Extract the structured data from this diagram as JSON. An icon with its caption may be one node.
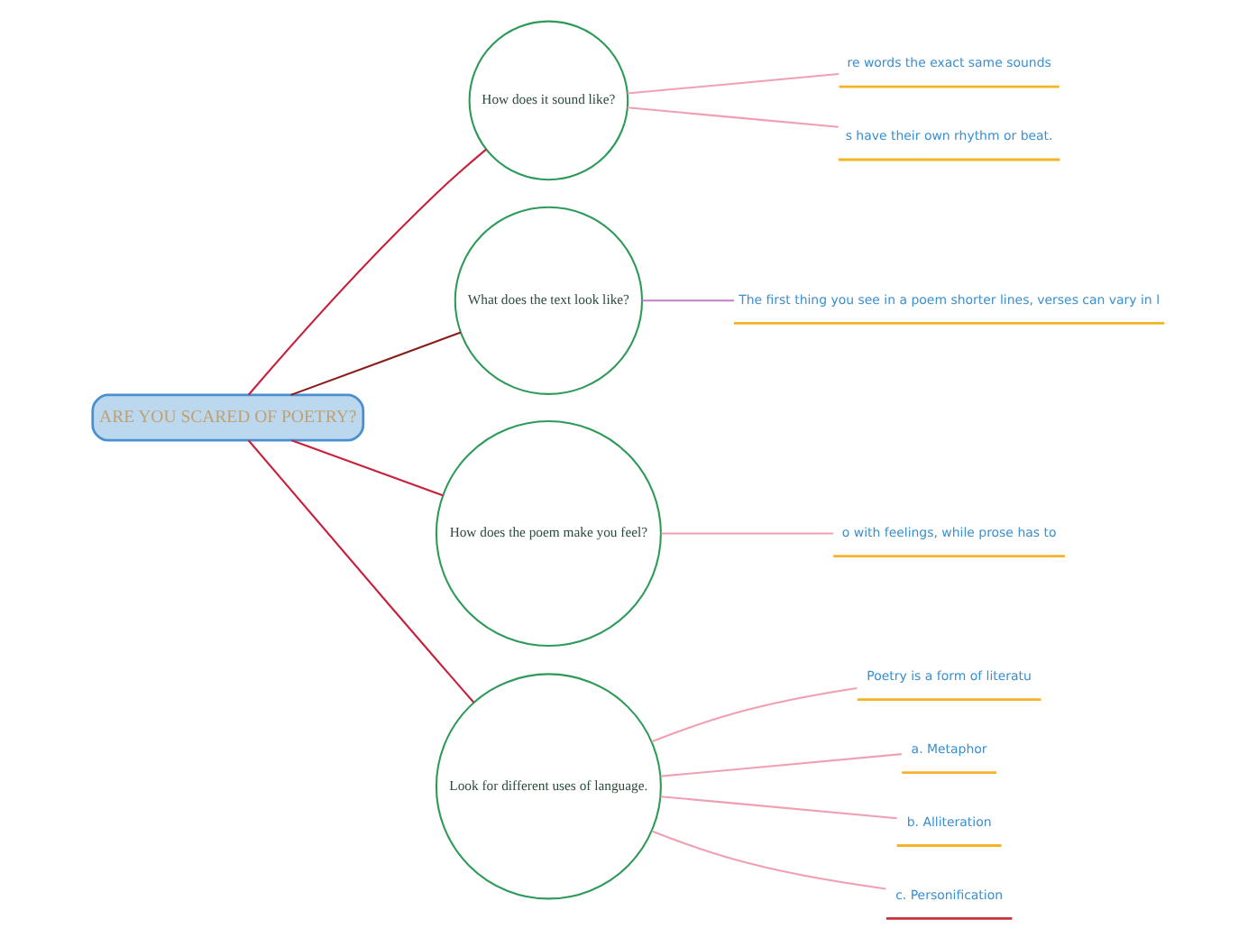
{
  "diagram": {
    "nodes": [
      {
        "text": [
          "ARE YOU SCARED OF POETRY?"
        ]
      },
      {
        "text": [
          "How does it sound like?"
        ]
      },
      {
        "text": [
          "re words the exact same sounds"
        ]
      },
      {
        "text": [
          "s have their own rhythm or beat."
        ]
      },
      {
        "text": [
          "What does the text look like?"
        ]
      },
      {
        "text": [
          "The first thing you see in a poem shorter lines, verses can vary in l"
        ]
      },
      {
        "text": [
          "How does the poem make you feel?"
        ]
      },
      {
        "text": [
          "o with feelings, while prose has to"
        ]
      },
      {
        "text": [
          "Look for different uses of language."
        ]
      },
      {
        "text": [
          "Poetry is a form of literatu"
        ]
      },
      {
        "text": [
          "a. Metaphor"
        ]
      },
      {
        "text": [
          "b. Alliteration"
        ]
      },
      {
        "text": [
          "c. Personification"
        ]
      }
    ],
    "edges": [
      {
        "from": 0,
        "to": 1,
        "arrow": "none",
        "color": "#c8203a"
      },
      {
        "from": 1,
        "to": 2,
        "arrow": "none"
      },
      {
        "from": 1,
        "to": 3,
        "arrow": "none"
      },
      {
        "from": 0,
        "to": 4,
        "arrow": "none",
        "color": "#8b1a1a"
      },
      {
        "from": 4,
        "to": 5,
        "arrow": "none",
        "color": "#c080c0"
      },
      {
        "from": 0,
        "to": 6,
        "arrow": "none",
        "color": "#c8203a"
      },
      {
        "from": 6,
        "to": 7,
        "arrow": "none"
      },
      {
        "from": 0,
        "to": 8,
        "arrow": "none",
        "color": "#c8203a"
      },
      {
        "from": 8,
        "to": 9,
        "arrow": "none"
      },
      {
        "from": 8,
        "to": 10,
        "arrow": "none"
      },
      {
        "from": 8,
        "to": 11,
        "arrow": "none"
      },
      {
        "from": 8,
        "to": 12,
        "arrow": "none"
      }
    ]
  }
}
